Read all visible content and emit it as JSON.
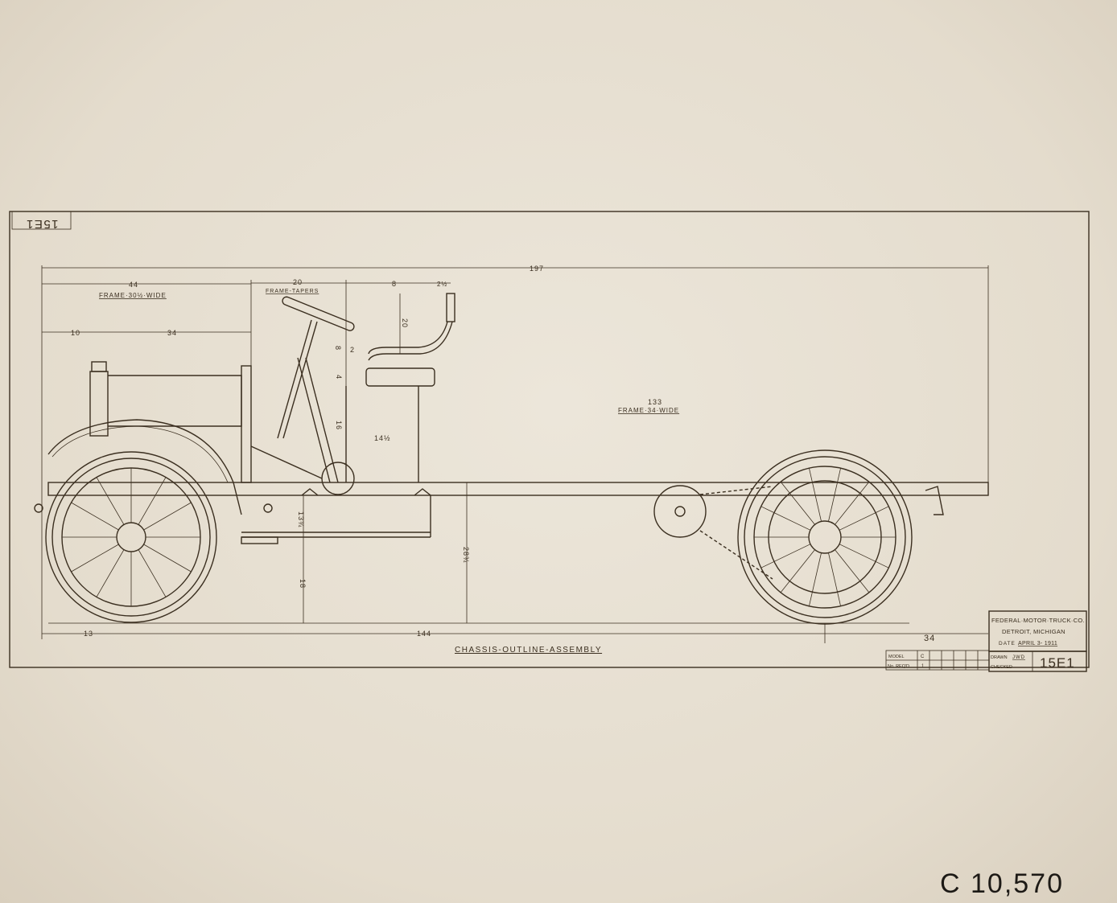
{
  "drawing": {
    "title": "CHASSIS-OUTLINE-ASSEMBLY",
    "corner_number": "15E1",
    "archive_number": "C 10,570",
    "dimensions": {
      "overall_length": "197",
      "front_frame_length": "44",
      "front_frame_note": "FRAME·30½·WIDE",
      "taper_length": "20",
      "taper_note": "FRAME-TAPERS",
      "seat_offset": "8",
      "seat_back": "2½",
      "front_overhang_top": "10",
      "hood_length": "34",
      "rear_frame_length": "133",
      "rear_frame_note": "FRAME·34·WIDE",
      "seat_back_height": "20",
      "wheel_drop": "8",
      "seat_gap": "2",
      "seat_cushion": "4",
      "seat_base_height": "16",
      "seat_base_width": "14½",
      "frame_depth": "13¾",
      "axle_height": "18",
      "frame_height": "28¾",
      "front_overhang_bottom": "13",
      "wheelbase": "144",
      "rear_overhang": "34"
    },
    "title_block": {
      "company": "FEDERAL·MOTOR·TRUCK·CO.",
      "location": "DETROIT, MICHIGAN",
      "date_label": "DATE",
      "date_value": "APRIL 3- 1911",
      "drawn_label": "DRAWN",
      "drawn_value": "JWD",
      "checked_label": "CHECKED",
      "model_label": "MODEL",
      "model_value": "C",
      "req_label": "No. REQ'D",
      "req_value": "1",
      "drawing_number": "15E1"
    },
    "colors": {
      "paper": "#e6dfd1",
      "ink": "#3b2f20"
    }
  }
}
